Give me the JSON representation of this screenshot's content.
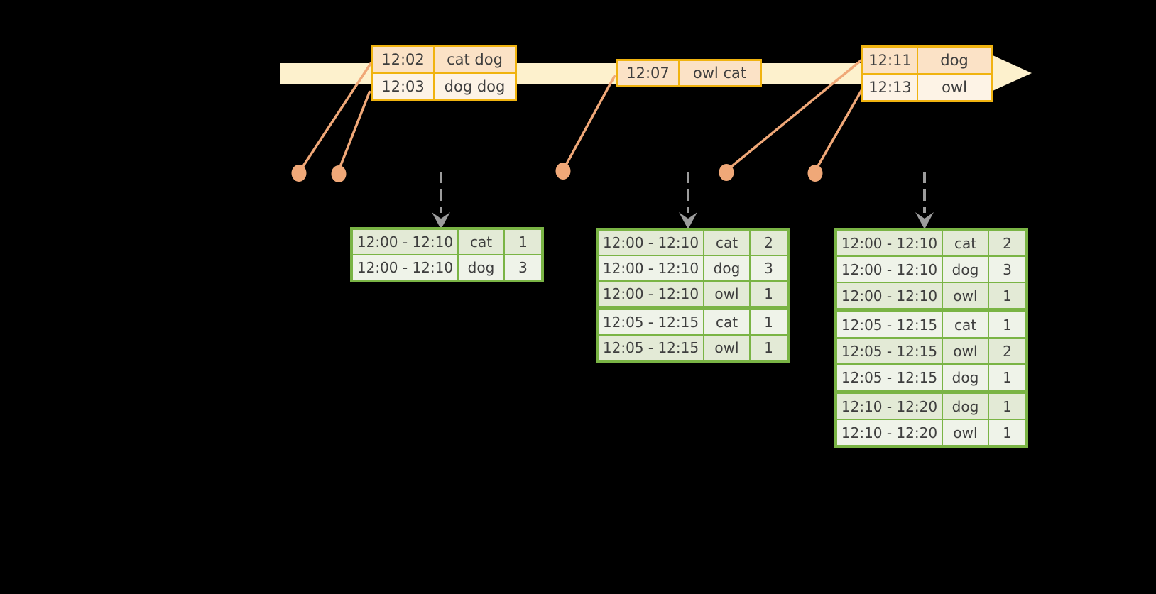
{
  "colors": {
    "background": "#000000",
    "timeline_fill": "#fdf1cd",
    "event_table_border": "#f0b310",
    "event_row_dark": "#fbe2c6",
    "event_row_light": "#fdf3e6",
    "connector_orange": "#f0a878",
    "result_table_border": "#7ab445",
    "result_row_dark": "#e3ead6",
    "result_row_light": "#eff3e9",
    "trigger_arrow_gray": "#9c9c9c",
    "table_text": "#3e3e3e"
  },
  "event_tables": [
    {
      "rows": [
        {
          "time": "12:02",
          "words": "cat dog"
        },
        {
          "time": "12:03",
          "words": "dog dog"
        }
      ]
    },
    {
      "rows": [
        {
          "time": "12:07",
          "words": "owl cat"
        }
      ]
    },
    {
      "rows": [
        {
          "time": "12:11",
          "words": "dog"
        },
        {
          "time": "12:13",
          "words": "owl"
        }
      ]
    }
  ],
  "result_tables": [
    {
      "rows": [
        {
          "window": "12:00 - 12:10",
          "word": "cat",
          "count": "1"
        },
        {
          "window": "12:00 - 12:10",
          "word": "dog",
          "count": "3"
        }
      ]
    },
    {
      "rows": [
        {
          "window": "12:00 - 12:10",
          "word": "cat",
          "count": "2"
        },
        {
          "window": "12:00 - 12:10",
          "word": "dog",
          "count": "3"
        },
        {
          "window": "12:00 - 12:10",
          "word": "owl",
          "count": "1"
        },
        {
          "window": "12:05 - 12:15",
          "word": "cat",
          "count": "1"
        },
        {
          "window": "12:05 - 12:15",
          "word": "owl",
          "count": "1"
        }
      ]
    },
    {
      "rows": [
        {
          "window": "12:00 - 12:10",
          "word": "cat",
          "count": "2"
        },
        {
          "window": "12:00 - 12:10",
          "word": "dog",
          "count": "3"
        },
        {
          "window": "12:00 - 12:10",
          "word": "owl",
          "count": "1"
        },
        {
          "window": "12:05 - 12:15",
          "word": "cat",
          "count": "1"
        },
        {
          "window": "12:05 - 12:15",
          "word": "owl",
          "count": "2"
        },
        {
          "window": "12:05 - 12:15",
          "word": "dog",
          "count": "1"
        },
        {
          "window": "12:10 - 12:20",
          "word": "dog",
          "count": "1"
        },
        {
          "window": "12:10 - 12:20",
          "word": "owl",
          "count": "1"
        }
      ]
    }
  ]
}
